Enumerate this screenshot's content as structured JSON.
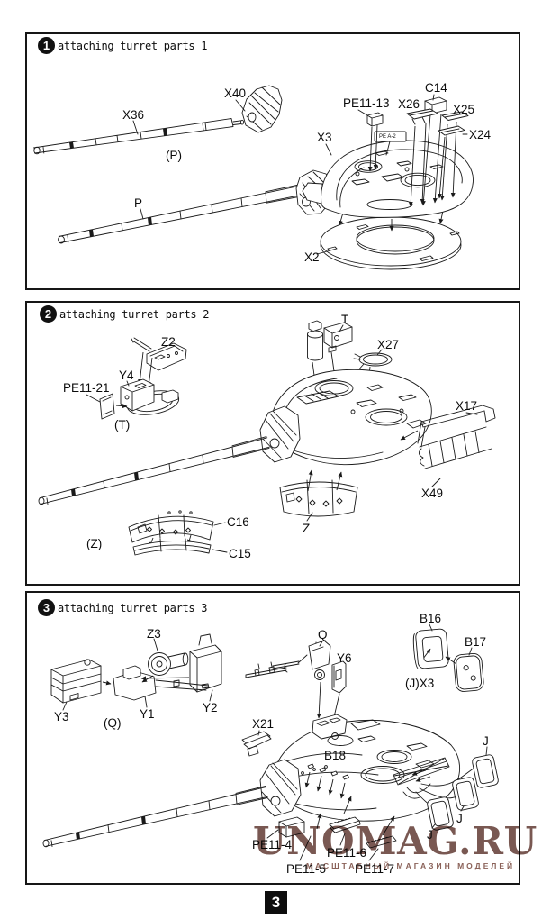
{
  "page": {
    "number": "3"
  },
  "watermark": {
    "title": "UNOMAG.RU",
    "subtitle": "МАСШТАБНЫЙ МАГАЗИН МОДЕЛЕЙ"
  },
  "panels": [
    {
      "step": "1",
      "title": "attaching turret parts 1",
      "labels": {
        "x40": "X40",
        "x36": "X36",
        "p_paren": "(P)",
        "p": "P",
        "x3": "X3",
        "pe11_13": "PE11-13",
        "x26": "X26",
        "c14": "C14",
        "x25": "X25",
        "x24": "X24",
        "pe_a2": "PE A-2",
        "x2": "X2"
      }
    },
    {
      "step": "2",
      "title": "attaching turret parts 2",
      "labels": {
        "t": "T",
        "z2": "Z2",
        "y4": "Y4",
        "pe11_21": "PE11-21",
        "t_paren": "(T)",
        "x27": "X27",
        "x17": "X17",
        "x49": "X49",
        "z": "Z",
        "c16": "C16",
        "z_paren": "(Z)",
        "c15": "C15"
      }
    },
    {
      "step": "3",
      "title": "attaching turret parts 3",
      "labels": {
        "z3": "Z3",
        "y3": "Y3",
        "y1": "Y1",
        "q_paren": "(Q)",
        "y2": "Y2",
        "q": "Q",
        "y6": "Y6",
        "b16": "B16",
        "b17": "B17",
        "jx3": "(J)X3",
        "x21": "X21",
        "b18": "B18",
        "j1": "J",
        "j2": "J",
        "j3": "J",
        "pe11_4": "PE11-4",
        "pe11_6": "PE11-6",
        "pe11_5": "PE11-5",
        "pe11_7": "PE11-7"
      }
    }
  ]
}
